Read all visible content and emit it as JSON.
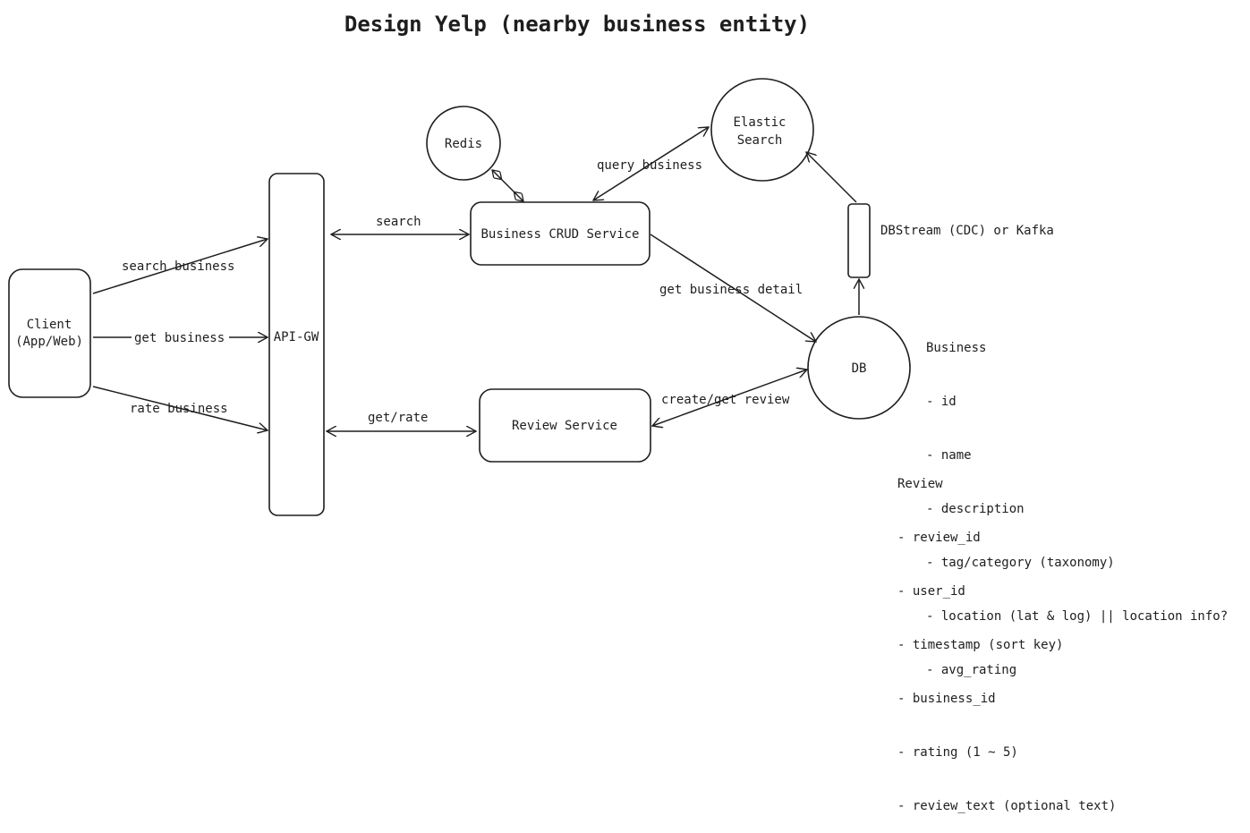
{
  "title": "Design Yelp (nearby business entity)",
  "nodes": {
    "client": [
      "Client",
      "(App/Web)"
    ],
    "api_gw": "API-GW",
    "business_crud": "Business CRUD Service",
    "review_service": "Review Service",
    "redis": "Redis",
    "elastic_search": [
      "Elastic",
      "Search"
    ],
    "db": "DB",
    "db_stream": "DBStream (CDC) or Kafka"
  },
  "edges": {
    "search_business": "search business",
    "get_business": "get business",
    "rate_business": "rate business",
    "search": "search",
    "get_rate": "get/rate",
    "query_business": "query business",
    "get_business_detail": "get business detail",
    "create_get_review": "create/get review"
  },
  "schemas": {
    "business": {
      "name": "Business",
      "fields": [
        "- id",
        "- name",
        "- description",
        "- tag/category (taxonomy)",
        "- location (lat & log) || location info?",
        "- avg_rating"
      ]
    },
    "review": {
      "name": "Review",
      "fields": [
        "- review_id",
        "- user_id",
        "- timestamp (sort key)",
        "- business_id",
        "- rating (1 ~ 5)",
        "- review_text (optional text)"
      ]
    }
  }
}
